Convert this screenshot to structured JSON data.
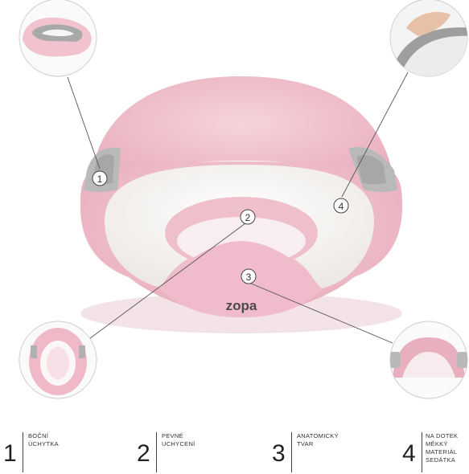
{
  "brand": {
    "logo_text": "zopa",
    "colors": {
      "pink": "#f2c3cf",
      "pink_dark": "#e9aebd",
      "white_pad": "#f7f5f2",
      "grey_grip": "#b8b8b8"
    }
  },
  "callouts": [
    {
      "number": "1"
    },
    {
      "number": "2"
    },
    {
      "number": "3"
    },
    {
      "number": "4"
    }
  ],
  "legend": [
    {
      "number": "1",
      "text": "BOČNÍ\nÚCHYTKA"
    },
    {
      "number": "2",
      "text": "PEVNÉ\nUCHYCENÍ"
    },
    {
      "number": "3",
      "text": "ANATOMICKÝ\nTVAR"
    },
    {
      "number": "4",
      "text": "NA DOTEK\nMĚKKÝ\nMATERIÁL\nSEDÁTKA"
    }
  ]
}
